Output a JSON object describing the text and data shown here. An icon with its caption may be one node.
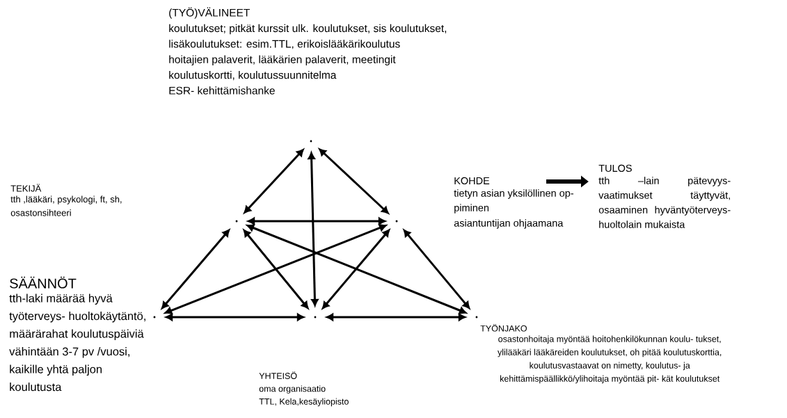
{
  "diagram": {
    "nodes": [
      {
        "text": [],
        "shape": "point",
        "beside": [
          "(TYÖ)VÄLINEET",
          "koulutukset; pitkät kurssit ulk. koulutukset, sis koulutukset,",
          "lisäkoulutukset: esim.TTL,  erikoislääkärikoulutus",
          "hoitajien palaverit, lääkärien palaverit, meetingit",
          "koulutuskortti, koulutussuunnitelma",
          "ESR- kehittämishanke"
        ]
      },
      {
        "text": [],
        "shape": "point",
        "beside": [
          "TEKIJÄ",
          "tth ,lääkäri, psykologi, ft, sh, osastonsihteeri"
        ]
      },
      {
        "text": [],
        "shape": "point"
      },
      {
        "text": [],
        "shape": "point",
        "beside": [
          "SÄÄNNÖT",
          "tth-laki määrää hyvä työterveys- huoltokäytäntö, määrärahat koulutuspäiviä vähintään 3-7 pv /vuosi, kaikille yhtä paljon koulutusta"
        ]
      },
      {
        "text": [],
        "shape": "point",
        "beside": [
          "YHTEISÖ",
          "oma organisaatio",
          "TTL, Kela,kesäyliopisto"
        ]
      },
      {
        "text": [],
        "shape": "point",
        "beside": [
          "TYÖNJAKO",
          "osastonhoitaja myöntää hoitohenkilökunnan koulu- tukset, ylilääkäri lääkäreiden koulutukset, oh pitää koulutuskorttia, koulutusvastaavat on nimetty, koulutus- ja kehittämispäällikkö/ylihoitaja myöntää pit- kät koulutukset"
        ]
      },
      {
        "text": [
          "KOHDE",
          "tietyn asian yksilöllinen op- piminen",
          "asiantuntijan ohjaamana"
        ]
      },
      {
        "text": [
          "TULOS",
          "tth –lain pätevyys- vaatimukset täyttyvät, osaaminen hyväntyöterveys- huoltolain mukaista"
        ]
      }
    ],
    "edges": [
      {
        "from": 1,
        "to": 0,
        "arrow": "both"
      },
      {
        "from": 2,
        "to": 0,
        "arrow": "both"
      },
      {
        "from": 4,
        "to": 0,
        "arrow": "both"
      },
      {
        "from": 1,
        "to": 3,
        "arrow": "both"
      },
      {
        "from": 2,
        "to": 5,
        "arrow": "both"
      },
      {
        "from": 1,
        "to": 2,
        "arrow": "both"
      },
      {
        "from": 1,
        "to": 4,
        "arrow": "both"
      },
      {
        "from": 2,
        "to": 4,
        "arrow": "both"
      },
      {
        "from": 1,
        "to": 5,
        "arrow": "both"
      },
      {
        "from": 2,
        "to": 3,
        "arrow": "both"
      },
      {
        "from": 3,
        "to": 4,
        "arrow": "both"
      },
      {
        "from": 4,
        "to": 5,
        "arrow": "both"
      },
      {
        "from": 6,
        "to": 7,
        "arrow": "to",
        "style": "thick"
      }
    ]
  }
}
